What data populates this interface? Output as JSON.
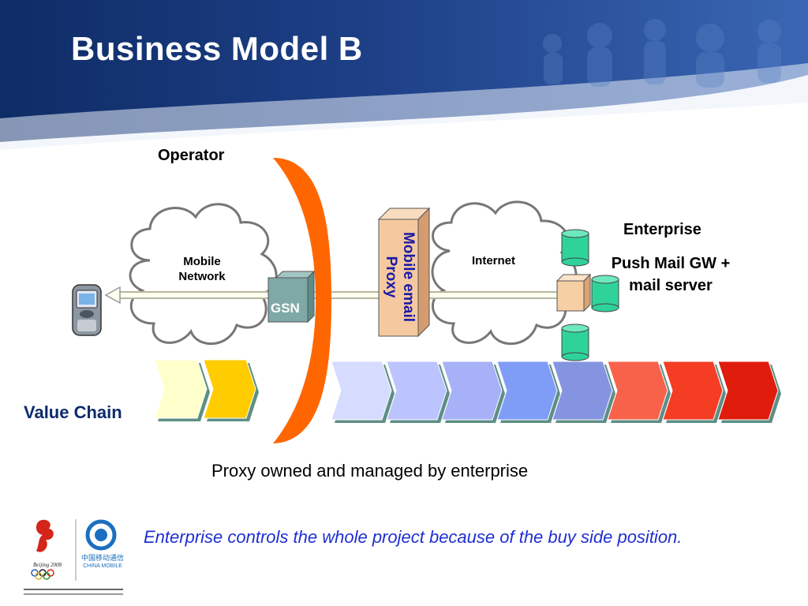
{
  "slide": {
    "title": "Business Model B",
    "operator_label": "Operator",
    "mobile_network_label": "Mobile Network",
    "gsn_label": "GSN",
    "proxy_label": "Mobile email Proxy",
    "internet_label": "Internet",
    "enterprise_label": "Enterprise",
    "push_mail_label": "Push Mail GW + mail server",
    "value_chain_label": "Value Chain",
    "proxy_note": "Proxy owned and managed by enterprise",
    "enterprise_note": "Enterprise controls the whole project because of the buy side position."
  },
  "logos": {
    "beijing_2008": "Beijing 2008",
    "china_mobile_cn": "中国移动通信",
    "china_mobile_en": "CHINA MOBILE"
  },
  "colors": {
    "title_band": "#1d3f86",
    "operator_arc": "#ff6600",
    "gsn_box": "#7fa9a6",
    "proxy_box": "#f5c9a0",
    "enterprise_cylinder": "#2fd39a",
    "gateway_box": "#f7cfa5",
    "value_chain_left": [
      "#ffffcc",
      "#ffcc00"
    ],
    "value_chain_right": [
      "#d6dcff",
      "#bcc4ff",
      "#a6b1f7",
      "#7f9cf7",
      "#8594e1",
      "#f8614a",
      "#f43d23",
      "#e01c0c"
    ]
  }
}
